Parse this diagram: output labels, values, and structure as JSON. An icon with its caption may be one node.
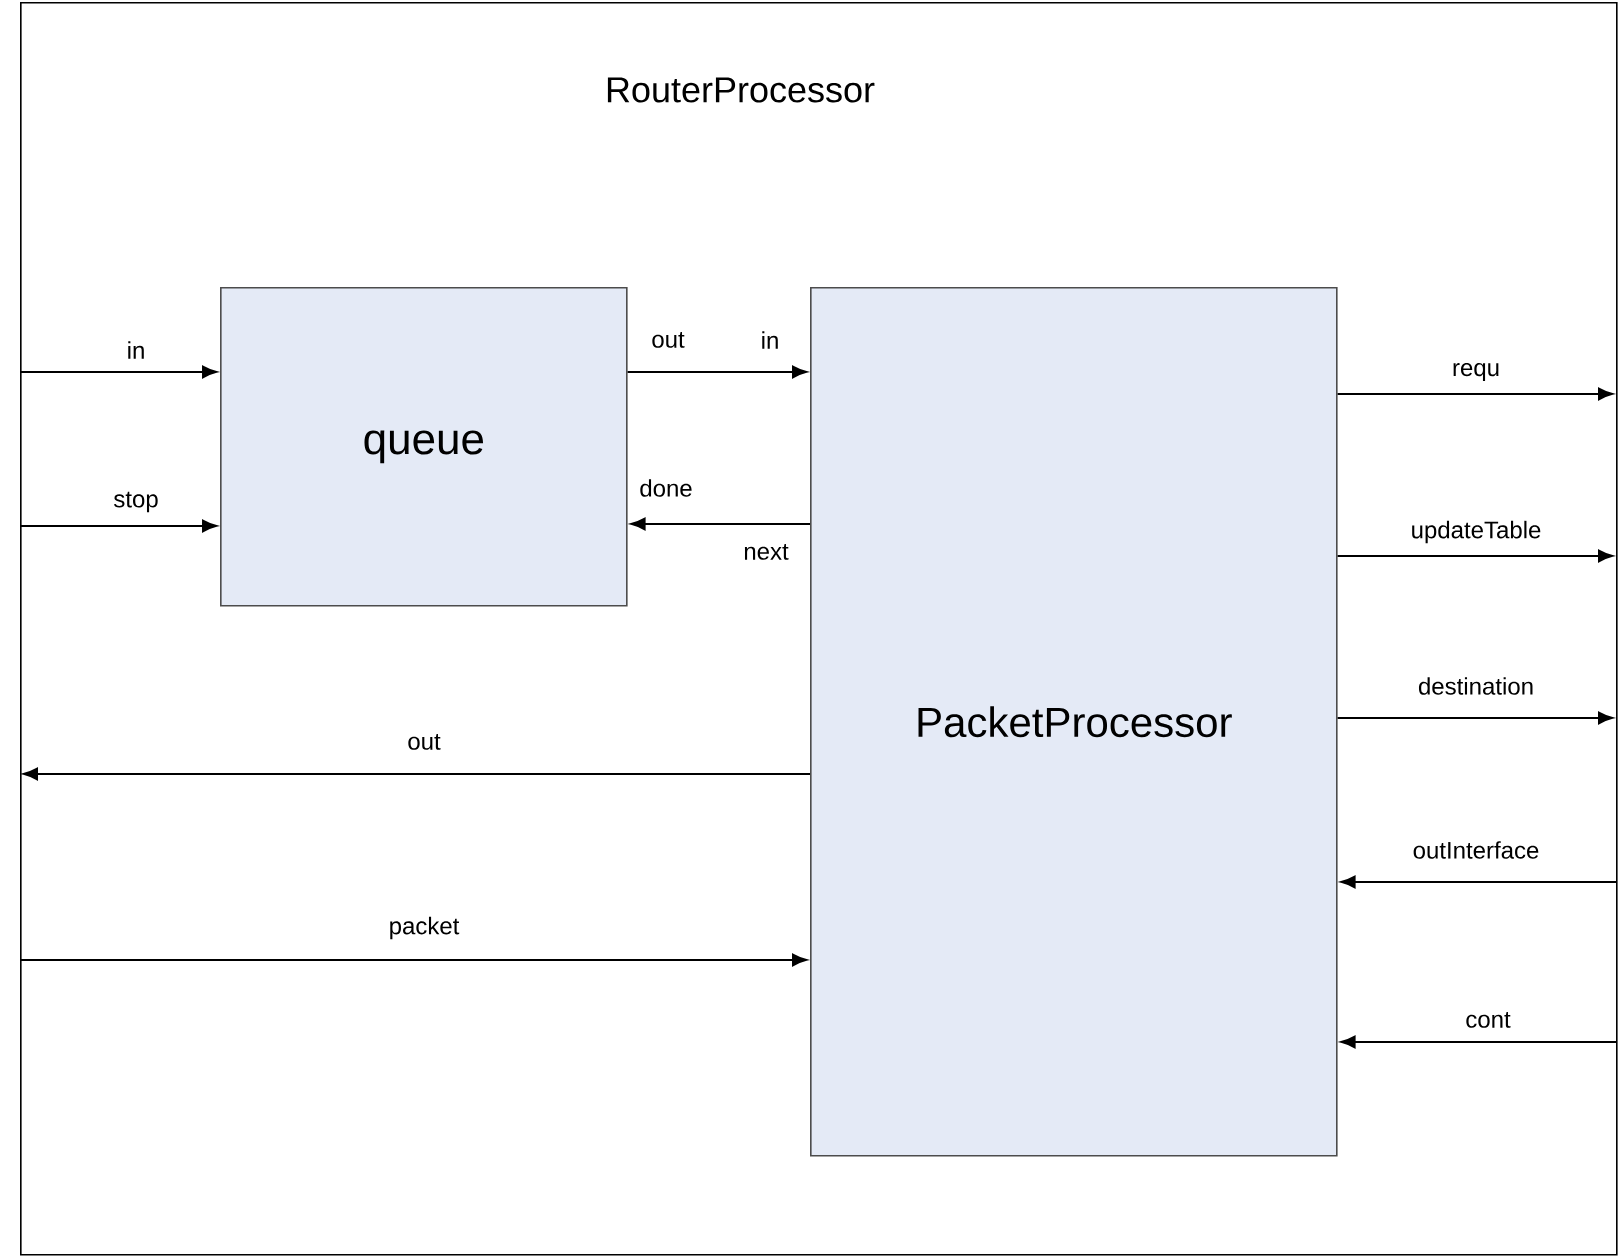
{
  "diagram": {
    "nodes": [
      {
        "text": [
          "RouterProcessor"
        ]
      },
      {
        "text": [
          "queue"
        ],
        "in": 0
      },
      {
        "text": [
          "PacketProcessor"
        ],
        "in": 0
      }
    ],
    "edges": [
      {
        "from": null,
        "to": 1,
        "arrow": "to",
        "label": "in"
      },
      {
        "from": null,
        "to": 1,
        "arrow": "to",
        "label": "stop"
      },
      {
        "from": 1,
        "to": 2,
        "arrow": "to",
        "label": "out"
      },
      {
        "from": 2,
        "to": 1,
        "arrow": "to",
        "label": "done"
      },
      {
        "from": 2,
        "to": null,
        "arrow": "to",
        "label": "out"
      },
      {
        "from": null,
        "to": 2,
        "arrow": "to",
        "label": "packet"
      },
      {
        "from": 2,
        "to": null,
        "arrow": "to",
        "label": "requ"
      },
      {
        "from": 2,
        "to": null,
        "arrow": "to",
        "label": "updateTable"
      },
      {
        "from": 2,
        "to": null,
        "arrow": "to",
        "label": "destination"
      },
      {
        "from": null,
        "to": 2,
        "arrow": "to",
        "label": "outInterface"
      },
      {
        "from": null,
        "to": 2,
        "arrow": "to",
        "label": "cont"
      }
    ],
    "labels": [
      "in",
      "next"
    ]
  }
}
